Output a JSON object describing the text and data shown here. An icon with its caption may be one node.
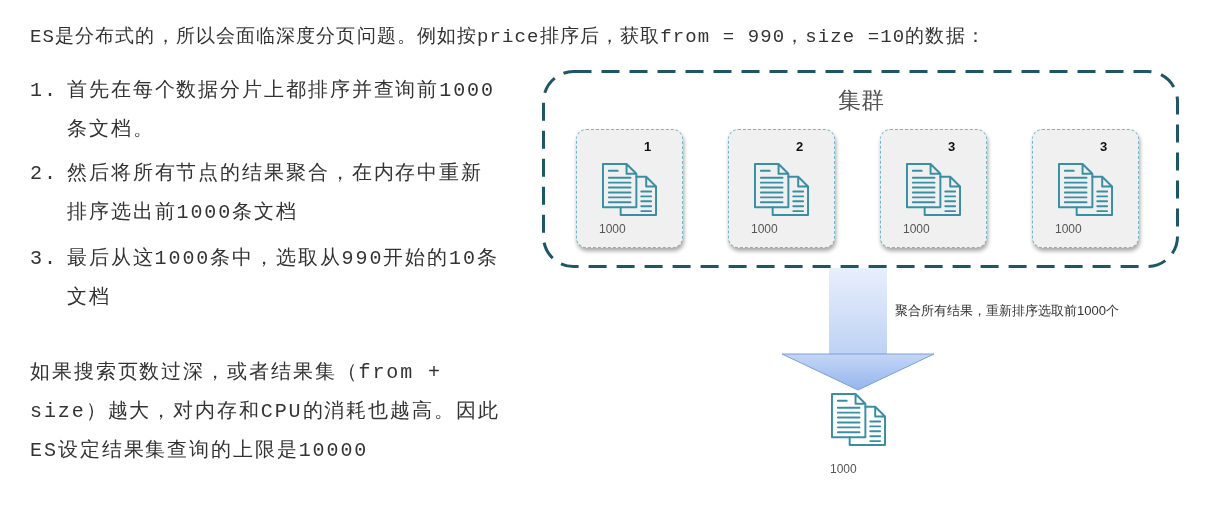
{
  "diagram": {
    "nodes": [
      {
        "text": [
          "集群"
        ]
      },
      {
        "text": [
          "1",
          "1000"
        ],
        "in": 0
      },
      {
        "text": [
          "2",
          "1000"
        ],
        "in": 0
      },
      {
        "text": [
          "3",
          "1000"
        ],
        "in": 0
      },
      {
        "text": [
          "3",
          "1000"
        ],
        "in": 0
      },
      {
        "text": [
          "1000"
        ]
      }
    ],
    "edges": [
      {
        "from": 0,
        "to": 5,
        "arrow": "to",
        "label": "聚合所有结果，重新排序选取前1000个"
      }
    ],
    "labels": [
      "ES是分布式的，所以会面临深度分页问题。例如按price排序后，获取from = 990，size =10的数据：",
      "1.",
      "首先在每个数据分片上都排序并查询前1000条文档。",
      "2.",
      "然后将所有节点的结果聚合，在内存中重新排序选出前1000条文档",
      "3.",
      "最后从这1000条中，选取从990开始的10条文档",
      "如果搜索页数过深，或者结果集（from + size）越大，对内存和CPU的消耗也越高。因此ES设定结果集查询的上限是10000"
    ]
  }
}
